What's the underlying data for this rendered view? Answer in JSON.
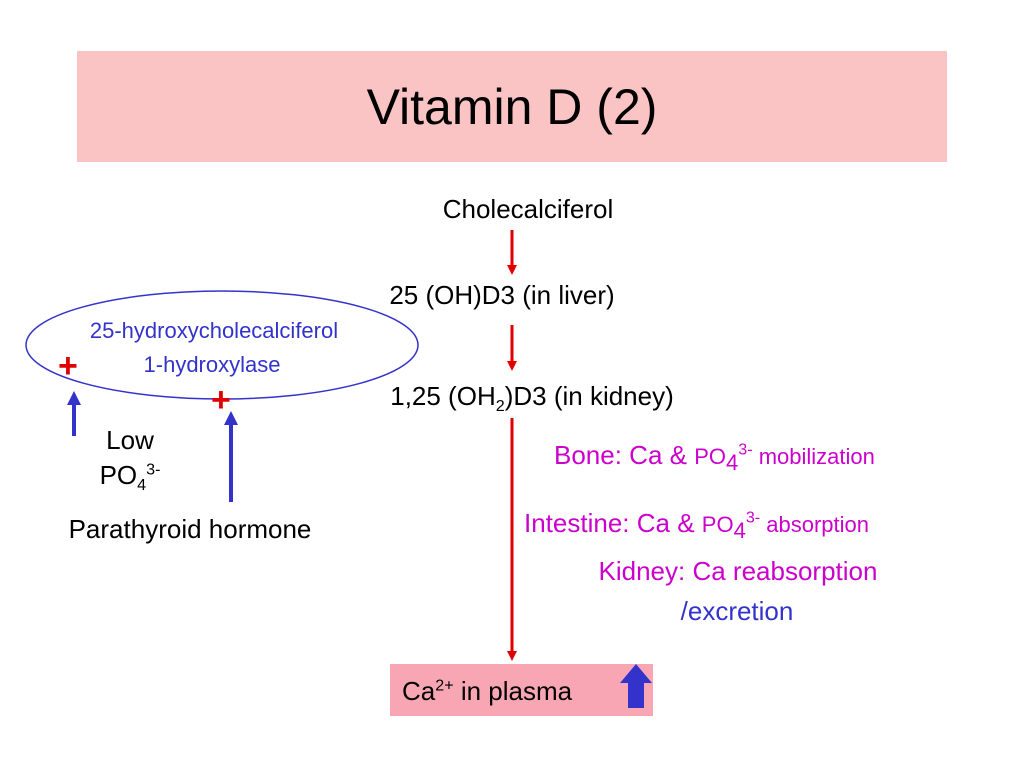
{
  "title": "Vitamin D (2)",
  "pathway": {
    "step1": "Cholecalciferol",
    "step2": "25 (OH)D3 (in liver)",
    "step3": {
      "a": "1,25 (OH",
      "sub": "2",
      "b": ")D3 (in kidney)"
    }
  },
  "enzyme": {
    "line1": "25-hydroxycholecalciferol",
    "line2": "1-hydroxylase"
  },
  "regulators": {
    "plus_sign": "+",
    "low": "Low",
    "po4": "PO",
    "po4_sub": "4",
    "po4_sup": "3-",
    "pth": "Parathyroid hormone"
  },
  "effects": {
    "bone": {
      "a": "Bone: Ca & ",
      "po": "PO",
      "sub": "4",
      "sup": "3-",
      "b": " mobilization"
    },
    "intestine": {
      "a": "Intestine: Ca & ",
      "po": "PO",
      "sub": "4",
      "sup": "3-",
      "b": " absorption"
    },
    "kidney_line1": "Kidney: Ca reabsorption",
    "kidney_line2": "/excretion"
  },
  "result": {
    "a": "Ca",
    "sup": "2+",
    "b": " in plasma"
  },
  "colors": {
    "title_bg": "#fbc4c4",
    "result_bg": "#f9a6b4",
    "red_arrow": "#e00000",
    "blue_arrow": "#3333cc",
    "magenta_text": "#cc00cc",
    "blue_text": "#3333cc"
  }
}
